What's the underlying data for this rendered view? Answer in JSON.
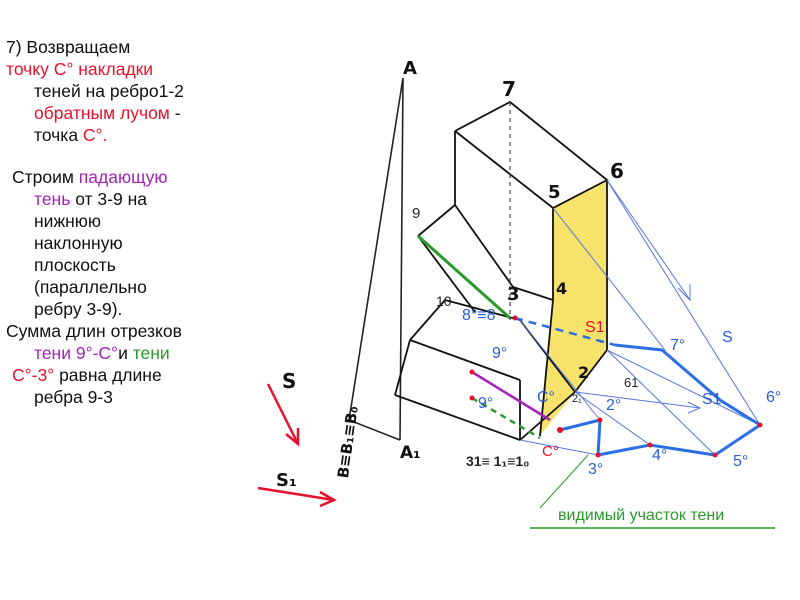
{
  "paragraph1": {
    "line1": "7) Возвращаем",
    "line2": "точку С° накладки",
    "line3": "теней на ребро1-2",
    "line4": "обратным лучом",
    "line4_tail": " -",
    "line5a": "точка ",
    "line5b": "С°."
  },
  "paragraph2": {
    "line1a": "Строим ",
    "line1b": "падающую",
    "line2a": "тень",
    "line2b": " от 3-9 на",
    "line3": "нижнюю",
    "line4": "наклонную",
    "line5": "плоскость",
    "line6": "(параллельно",
    "line7": "ребру 3-9)."
  },
  "paragraph3": {
    "line1": "Сумма длин отрезков",
    "line2a": "тени 9°-С°",
    "line2b": "и ",
    "line2c": "тени",
    "line3a": "С°-3°",
    "line3b": "  равна длине",
    "line4": "ребра 9-3"
  },
  "labels": {
    "A": "A",
    "A1": "A₁",
    "BB": "B≡B₁≡B₀",
    "S": "S",
    "S1": "S₁",
    "n7": "7",
    "n6": "6",
    "n5": "5",
    "n9": "9",
    "n4": "4",
    "n3": "3",
    "n10": "10",
    "n2": "2",
    "n2s": "2₁",
    "n61": "61",
    "n8": "8°≡8",
    "base": "31≡ 1₁≡1₀",
    "S1blue": "S1",
    "S_right": "S",
    "S1_right": "S1",
    "p7": "7°",
    "p6": "6°",
    "p5": "5°",
    "p4": "4°",
    "p3": "3°",
    "p2": "2°",
    "p9a": "9°",
    "p9b": "9°",
    "C1": "C°",
    "C2": "C°",
    "visible": "видимый участок тени"
  },
  "colors": {
    "red": "#e8102a",
    "purple": "#a322b8",
    "green": "#2a9a2a",
    "blue": "#2a5fd6",
    "yellow": "#f7e26b"
  }
}
